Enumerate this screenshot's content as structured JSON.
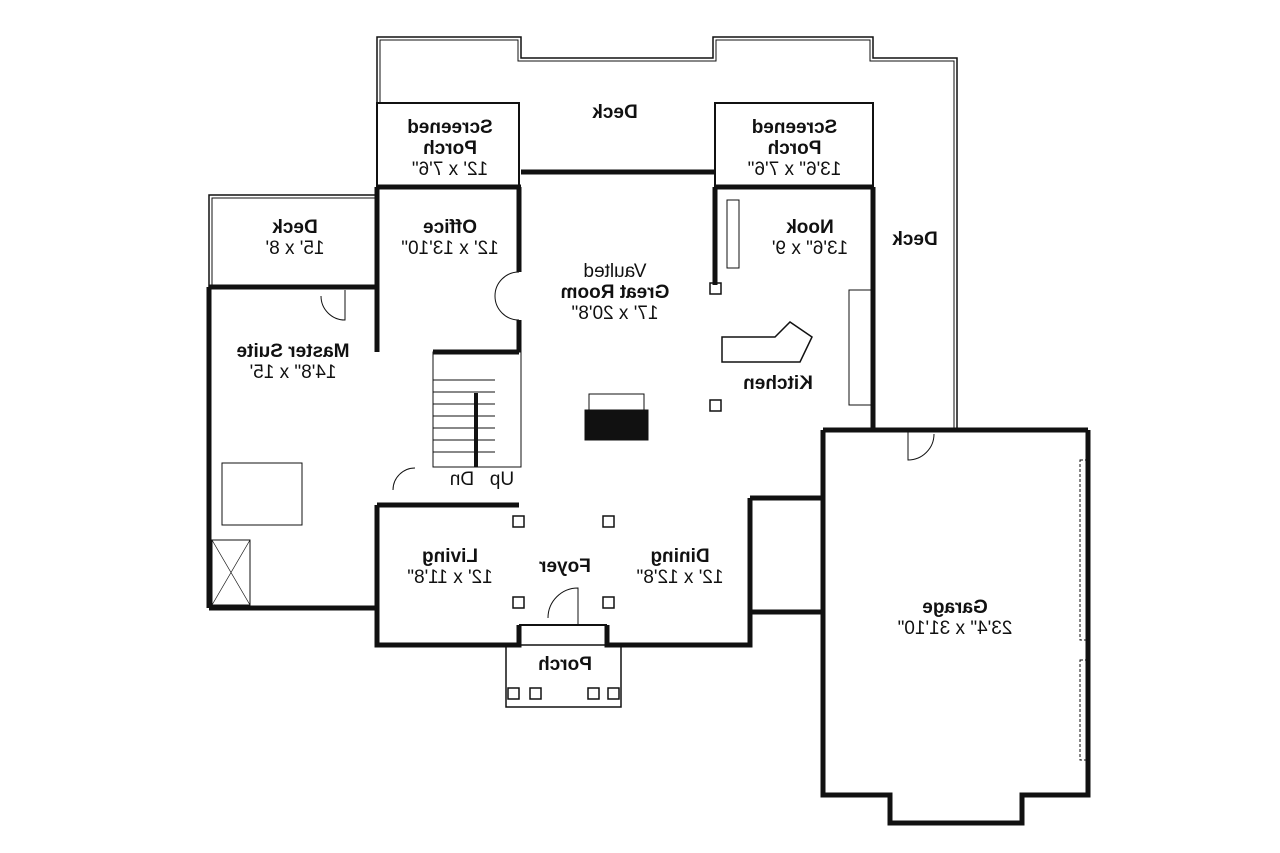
{
  "plan": {
    "orientation": "mirrored",
    "rooms": [
      {
        "id": "deck-top",
        "name": "Deck",
        "dims": ""
      },
      {
        "id": "screened-porch-left",
        "name": "Screened Porch",
        "line1": "Screened",
        "line2": "Porch",
        "dims": "12' x 7'6\""
      },
      {
        "id": "screened-porch-right",
        "name": "Screened Porch",
        "line1": "Screened",
        "line2": "Porch",
        "dims": "13'6\" x 7'6\""
      },
      {
        "id": "deck-left",
        "name": "Deck",
        "dims": "15' x 8'"
      },
      {
        "id": "office",
        "name": "Office",
        "dims": "12' x 13'10\""
      },
      {
        "id": "great-room",
        "prefix": "Vaulted",
        "name": "Great Room",
        "dims": "17' x 20'8\""
      },
      {
        "id": "nook",
        "name": "Nook",
        "dims": "13'6\" x 9'"
      },
      {
        "id": "deck-right",
        "name": "Deck",
        "dims": ""
      },
      {
        "id": "master-suite",
        "name": "Master Suite",
        "dims": "14'8\" x 15'"
      },
      {
        "id": "kitchen",
        "name": "Kitchen",
        "dims": ""
      },
      {
        "id": "stairs",
        "up": "Up",
        "dn": "Dn"
      },
      {
        "id": "living",
        "name": "Living",
        "dims": "12' x 11'8\""
      },
      {
        "id": "foyer",
        "name": "Foyer",
        "dims": ""
      },
      {
        "id": "dining",
        "name": "Dining",
        "dims": "12' x 12'8\""
      },
      {
        "id": "porch",
        "name": "Porch",
        "dims": ""
      },
      {
        "id": "garage",
        "name": "Garage",
        "dims": "23'4\" x 31'10\""
      }
    ]
  }
}
